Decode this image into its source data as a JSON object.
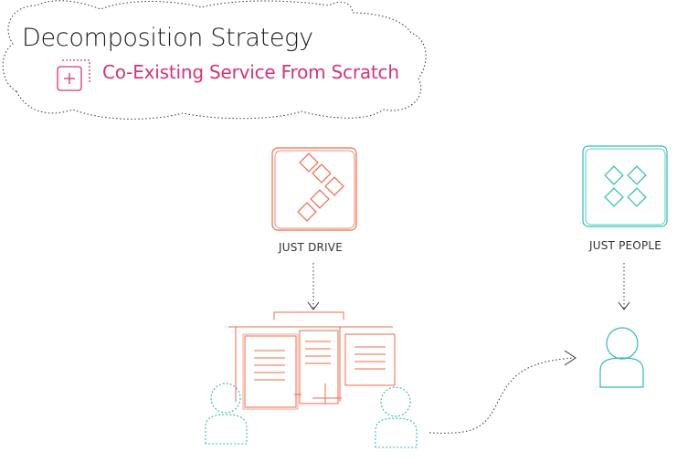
{
  "header": {
    "title": "Decomposition Strategy",
    "subtitle": "Co-Existing Service From Scratch",
    "subtitle_icon": "new-service-icon"
  },
  "nodes": {
    "drive": {
      "label": "JUST DRIVE",
      "icon": "drive-service-icon"
    },
    "people": {
      "label": "JUST PEOPLE",
      "icon": "people-service-icon"
    }
  },
  "colors": {
    "title": "#1a1a1a",
    "accent": "#d8337a",
    "drive": "#f26b4b",
    "people": "#2dbfb0",
    "connector": "#333333"
  }
}
